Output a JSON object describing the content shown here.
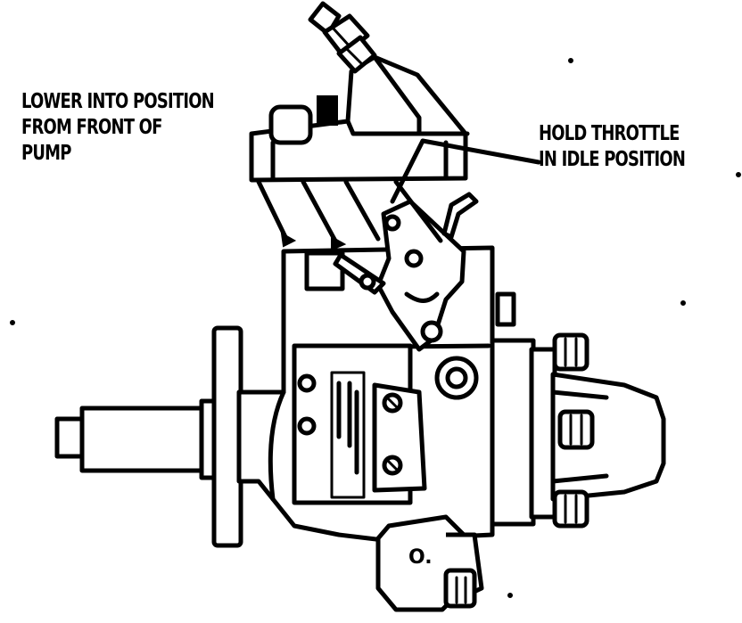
{
  "callouts": {
    "left": {
      "line1": "LOWER INTO POSITION",
      "line2": "FROM FRONT OF",
      "line3": "PUMP"
    },
    "right": {
      "line1": "HOLD THROTTLE",
      "line2": "IN IDLE POSITION"
    }
  },
  "part_markings": {
    "drain_plug": "O."
  },
  "colors": {
    "ink": "#000000",
    "paper": "#ffffff"
  }
}
